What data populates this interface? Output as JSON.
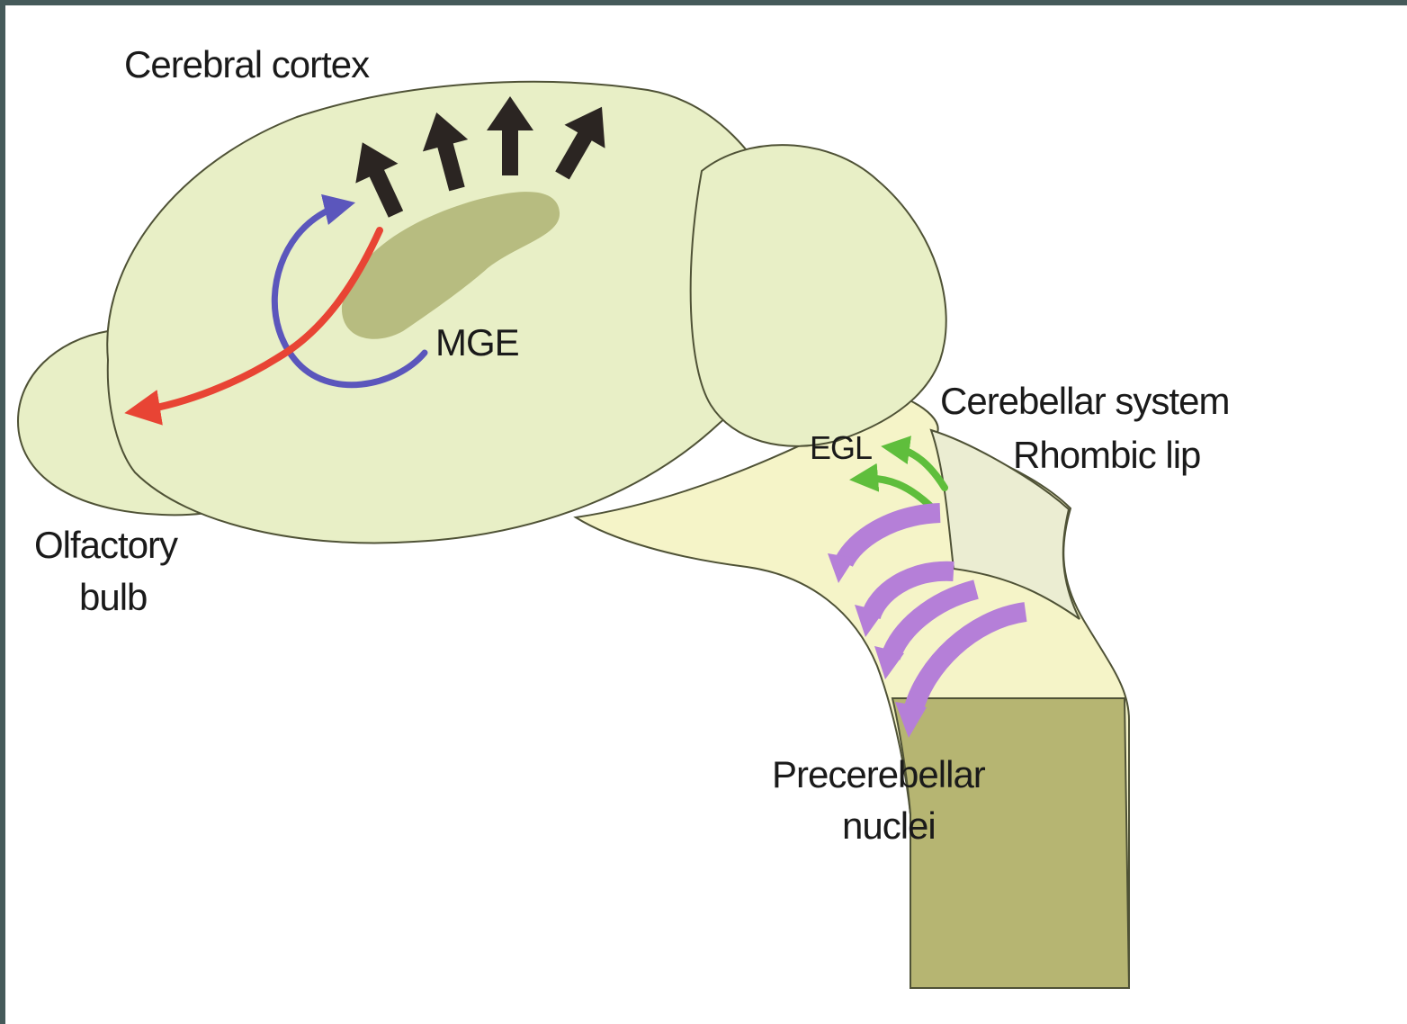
{
  "labels": {
    "cerebral_cortex": "Cerebral cortex",
    "mge": "MGE",
    "olfactory_line1": "Olfactory",
    "olfactory_line2": "bulb",
    "cerebellar_system": "Cerebellar system",
    "rhombic_lip": "Rhombic lip",
    "egl": "EGL",
    "precerebellar_line1": "Precerebellar",
    "precerebellar_line2": "nuclei"
  },
  "colors": {
    "brain_fill": "#e8efc6",
    "brain_stroke": "#4f5236",
    "hindbrain_fill": "#f5f4c8",
    "spinal_dark": "#b6b572",
    "mge_fill": "#b7bc80",
    "radial_arrow": "#2b2522",
    "red_arrow": "#e84434",
    "blue_arrow": "#5b56bc",
    "green_arrow": "#5fbe3c",
    "purple_arrow": "#b57fd8",
    "frame": "#455a5a"
  },
  "arrows": {
    "radial_count": 4,
    "green_count": 2,
    "purple_count": 4
  }
}
